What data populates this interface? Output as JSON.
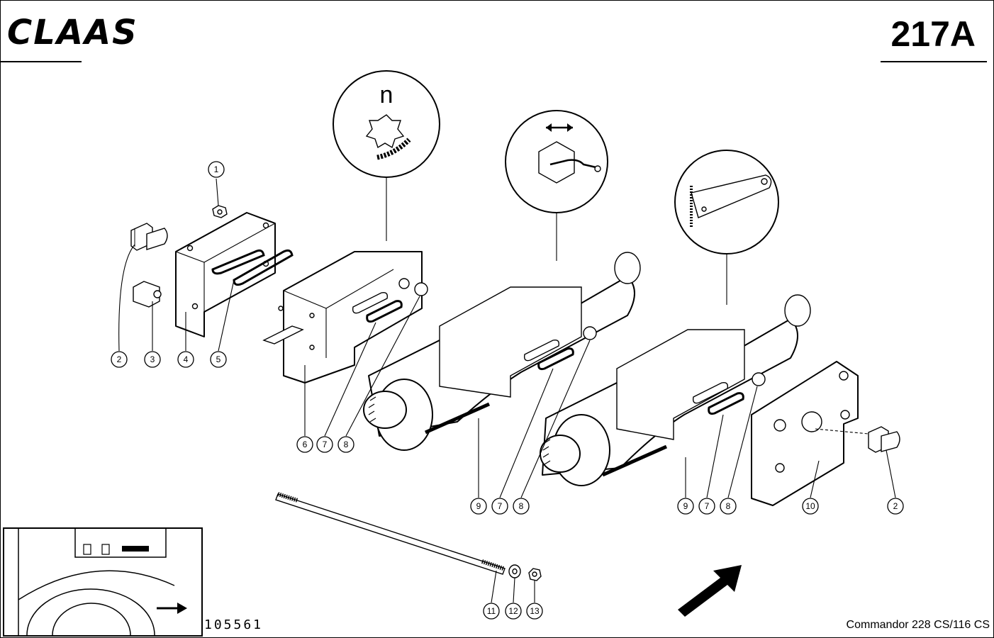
{
  "header": {
    "brand": "CLAAS",
    "page_number": "217A"
  },
  "footer": {
    "document_number": "105561",
    "model": "Commandor 228 CS/116 CS"
  },
  "symbols": {
    "valve_1": "rpm-speed-symbol",
    "valve_1_letter": "n",
    "valve_2": "lateral-shift-symbol",
    "valve_3": "reel-height-symbol"
  },
  "callouts": [
    "1",
    "2",
    "3",
    "4",
    "5",
    "6",
    "7",
    "8",
    "9",
    "7",
    "8",
    "9",
    "7",
    "8",
    "10",
    "2",
    "11",
    "12",
    "13"
  ]
}
